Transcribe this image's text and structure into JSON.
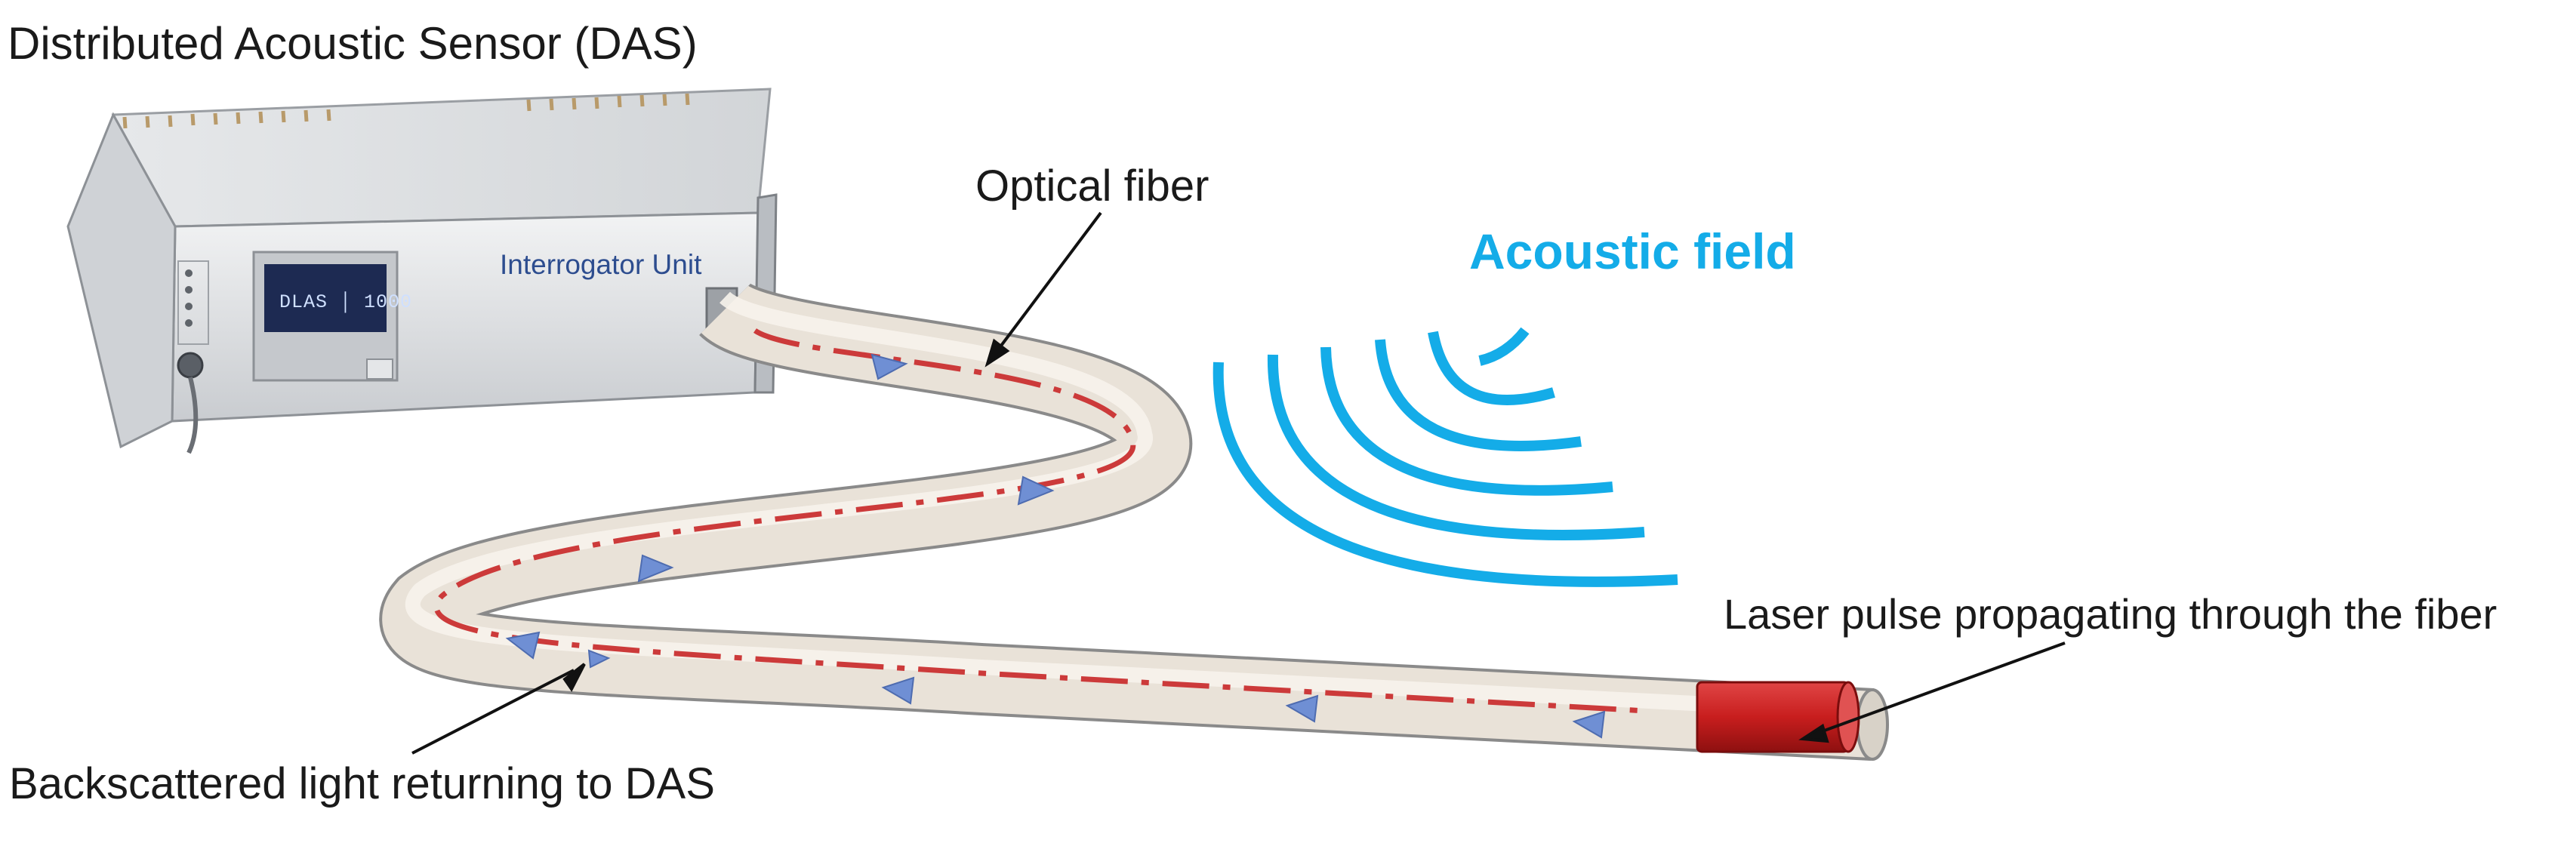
{
  "title": "Distributed Acoustic Sensor (DAS)",
  "labels": {
    "optical_fiber": "Optical fiber",
    "acoustic_field": "Acoustic field",
    "laser_pulse": "Laser pulse propagating through the fiber",
    "backscattered": "Backscattered light returning to DAS"
  },
  "device": {
    "panel_text": "Interrogator Unit",
    "display_text": "DLAS │ 1000"
  },
  "colors": {
    "acoustic": "#14ace8",
    "signal_line": "#cc3a3a",
    "arrowhead": "#6f8fd4",
    "pulse": "#c81e1e"
  }
}
